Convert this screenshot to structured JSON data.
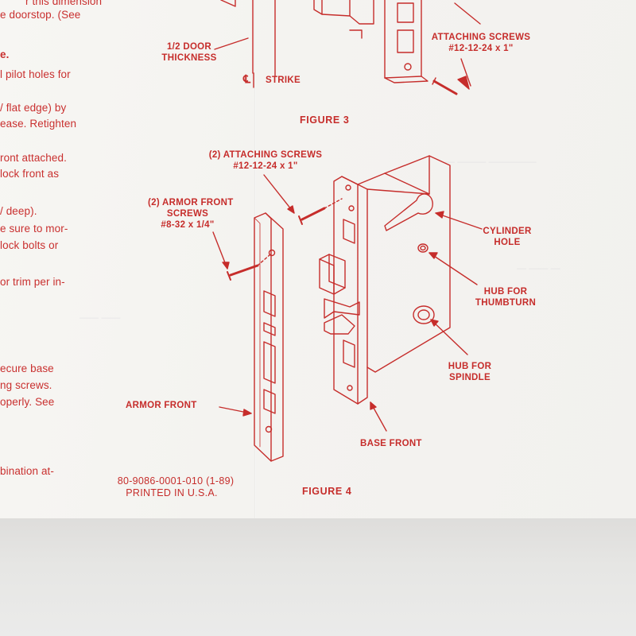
{
  "left_column_text": [
    "r this dimension",
    "e doorstop. (See",
    "e.",
    "l pilot holes for",
    "/ flat edge) by",
    "ease. Retighten",
    "ront attached.",
    "lock front as",
    "/ deep).",
    "e sure to mor-",
    "lock bolts or",
    "or trim per in-",
    "ecure base",
    "ng screws.",
    "operly. See",
    "bination at-"
  ],
  "figure3": {
    "caption": "FIGURE 3",
    "door_thickness_label": "1/2 DOOR\nTHICKNESS",
    "strike_label": "STRIKE",
    "centerline_symbol": "℄",
    "attaching_screws_label": "ATTACHING SCREWS\n#12-12-24 x 1\""
  },
  "figure4": {
    "caption": "FIGURE 4",
    "attaching_screws_label": "(2) ATTACHING SCREWS\n#12-12-24 x 1\"",
    "armor_front_screws_label": "(2) ARMOR FRONT\nSCREWS\n#8-32 x 1/4\"",
    "cylinder_hole_label": "CYLINDER\nHOLE",
    "hub_thumbturn_label": "HUB FOR\nTHUMBTURN",
    "hub_spindle_label": "HUB FOR\nSPINDLE",
    "armor_front_label": "ARMOR FRONT",
    "base_front_label": "BASE FRONT"
  },
  "footer": {
    "part_number": "80-9086-0001-010 (1-89)",
    "printed": "PRINTED IN U.S.A."
  },
  "colors": {
    "ink": "#c62d2b",
    "paper": "#f5f4f1"
  }
}
